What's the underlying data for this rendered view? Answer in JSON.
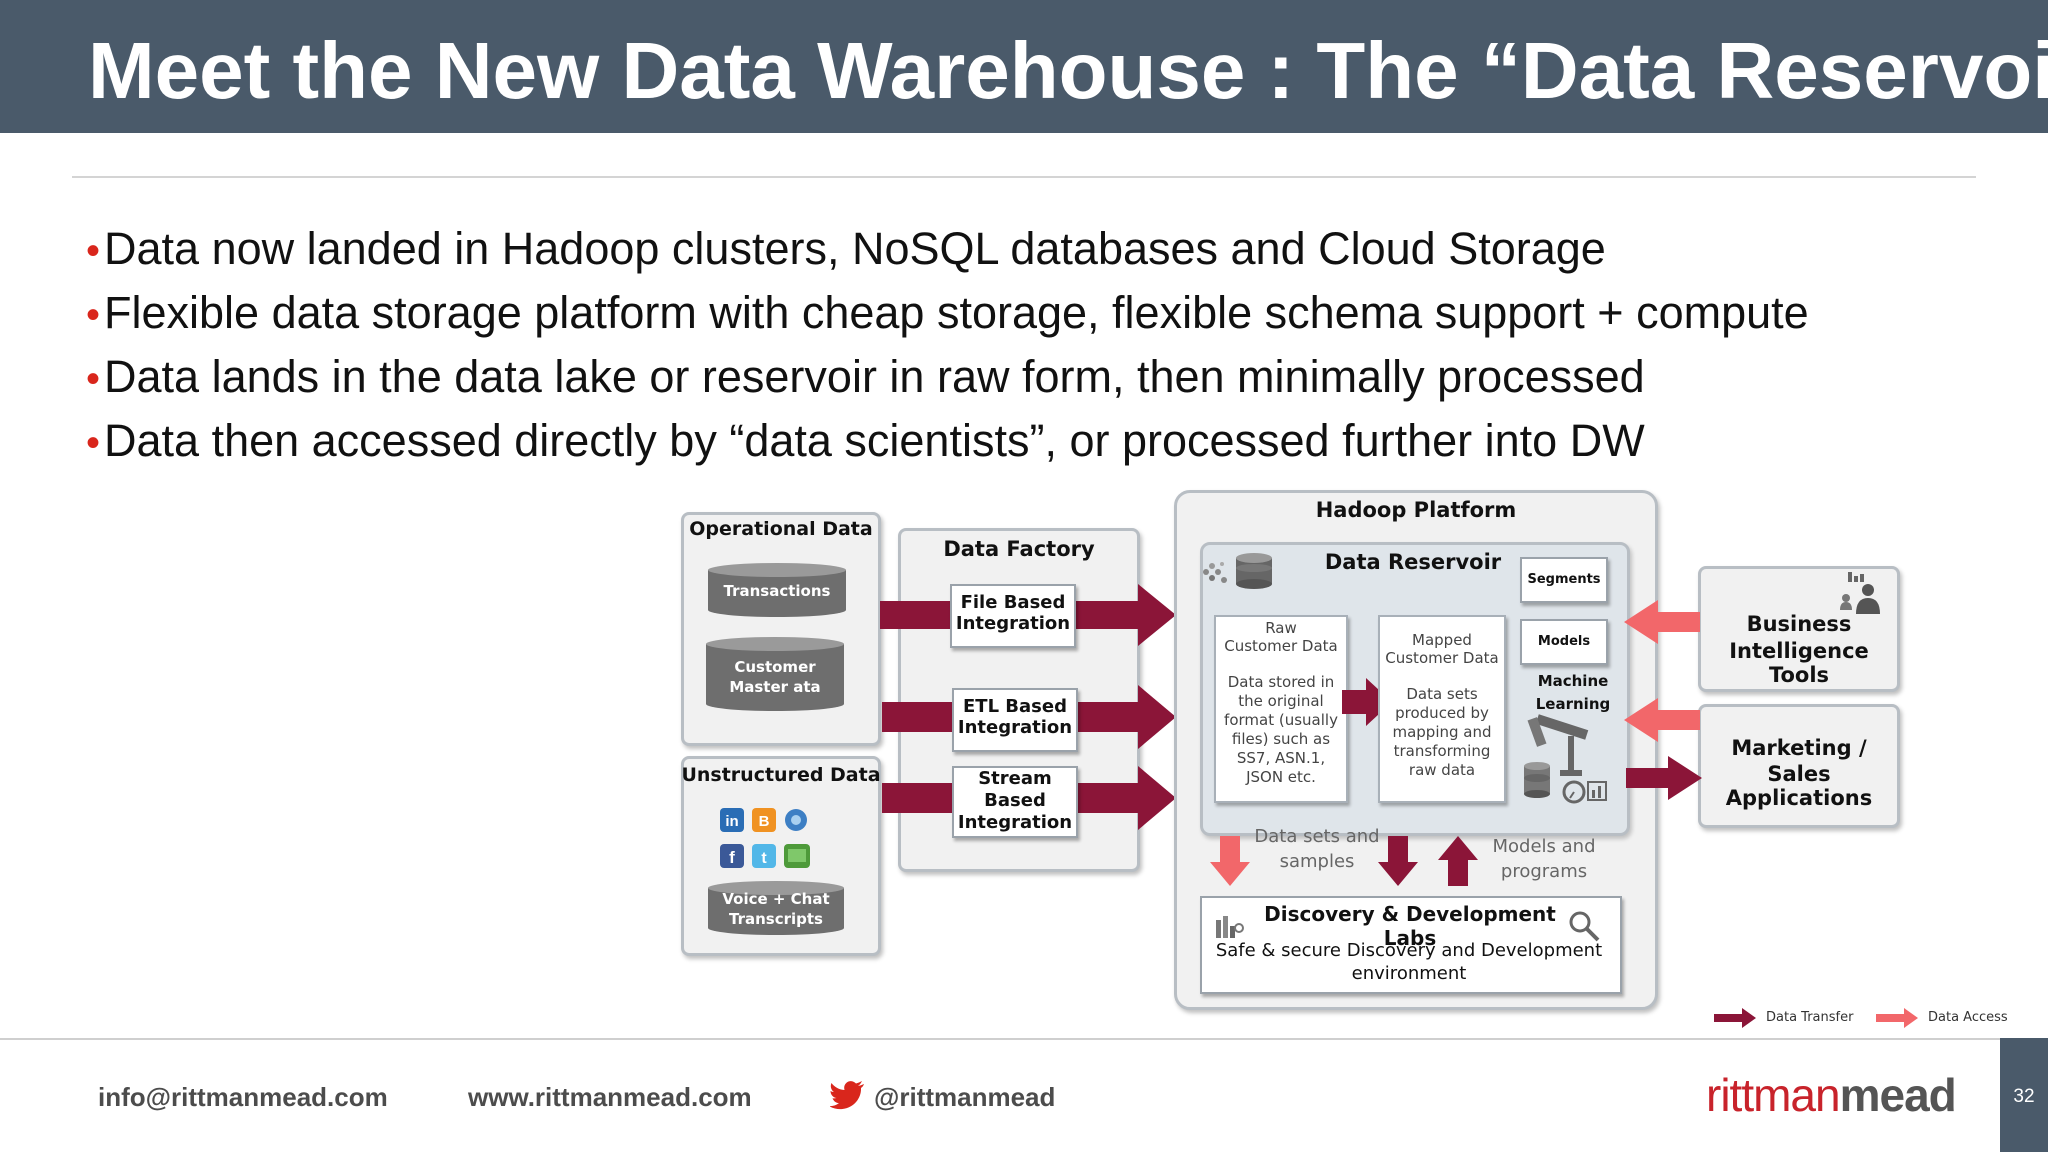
{
  "slide": {
    "title": "Meet the New Data Warehouse : The “Data Reservoir”",
    "page_number": "32"
  },
  "bullets": [
    "Data now landed in Hadoop clusters, NoSQL databases and Cloud Storage",
    "Flexible data storage platform with cheap storage, flexible schema support + compute",
    "Data lands in the data lake or reservoir in raw form, then minimally processed",
    "Data then accessed directly by “data scientists”, or processed further into DW"
  ],
  "bullet_marker": "•",
  "diagram": {
    "operational": {
      "title": "Operational Data",
      "transactions": "Transactions",
      "customer_line1": "Customer",
      "customer_line2": "Master ata"
    },
    "unstructured": {
      "title": "Unstructured Data",
      "voice_line1": "Voice + Chat",
      "voice_line2": "Transcripts"
    },
    "factory": {
      "title": "Data Factory",
      "file_line1": "File  Based",
      "file_line2": "Integration",
      "etl_line1": "ETL Based",
      "etl_line2": "Integration",
      "stream_line1": "Stream",
      "stream_line2": "Based",
      "stream_line3": "Integration"
    },
    "hadoop": {
      "title": "Hadoop Platform"
    },
    "reservoir": {
      "title": "Data Reservoir",
      "raw_title_line1": "Raw",
      "raw_title_line2": "Customer  Data",
      "raw_desc": [
        "Data stored in",
        "the original",
        "format (usually",
        "files)  such as",
        "SS7, ASN.1,",
        "JSON etc."
      ],
      "mapped_title_line1": "Mapped",
      "mapped_title_line2": "Customer Data",
      "mapped_desc": [
        "Data sets",
        "produced by",
        "mapping and",
        "transforming",
        "raw data"
      ],
      "segments": "Segments",
      "models": "Models",
      "ml_line1": "Machine",
      "ml_line2": "Learning"
    },
    "labels": {
      "datasets_line1": "Data sets and",
      "datasets_line2": "samples",
      "models_line1": "Models and",
      "models_line2": "programs"
    },
    "labs": {
      "title": "Discovery & Development Labs",
      "desc_line1": "Safe & secure Discovery and Development",
      "desc_line2": "environment"
    },
    "bi": {
      "line1": "Business",
      "line2": "Intelligence Tools"
    },
    "marketing": {
      "line1": "Marketing /",
      "line2": "Sales Applications"
    },
    "legend": {
      "transfer": "Data Transfer",
      "access": "Data Access"
    },
    "colors": {
      "transfer": "#8b1538",
      "access": "#f2676a",
      "panel_border": "#b8bec4",
      "title_bar": "#4a5a6a"
    }
  },
  "footer": {
    "email": "info@rittmanmead.com",
    "website": "www.rittmanmead.com",
    "twitter": "@rittmanmead",
    "logo_part1": "rittman",
    "logo_part2": "mead",
    "twitter_icon": "twitter-bird-icon"
  }
}
